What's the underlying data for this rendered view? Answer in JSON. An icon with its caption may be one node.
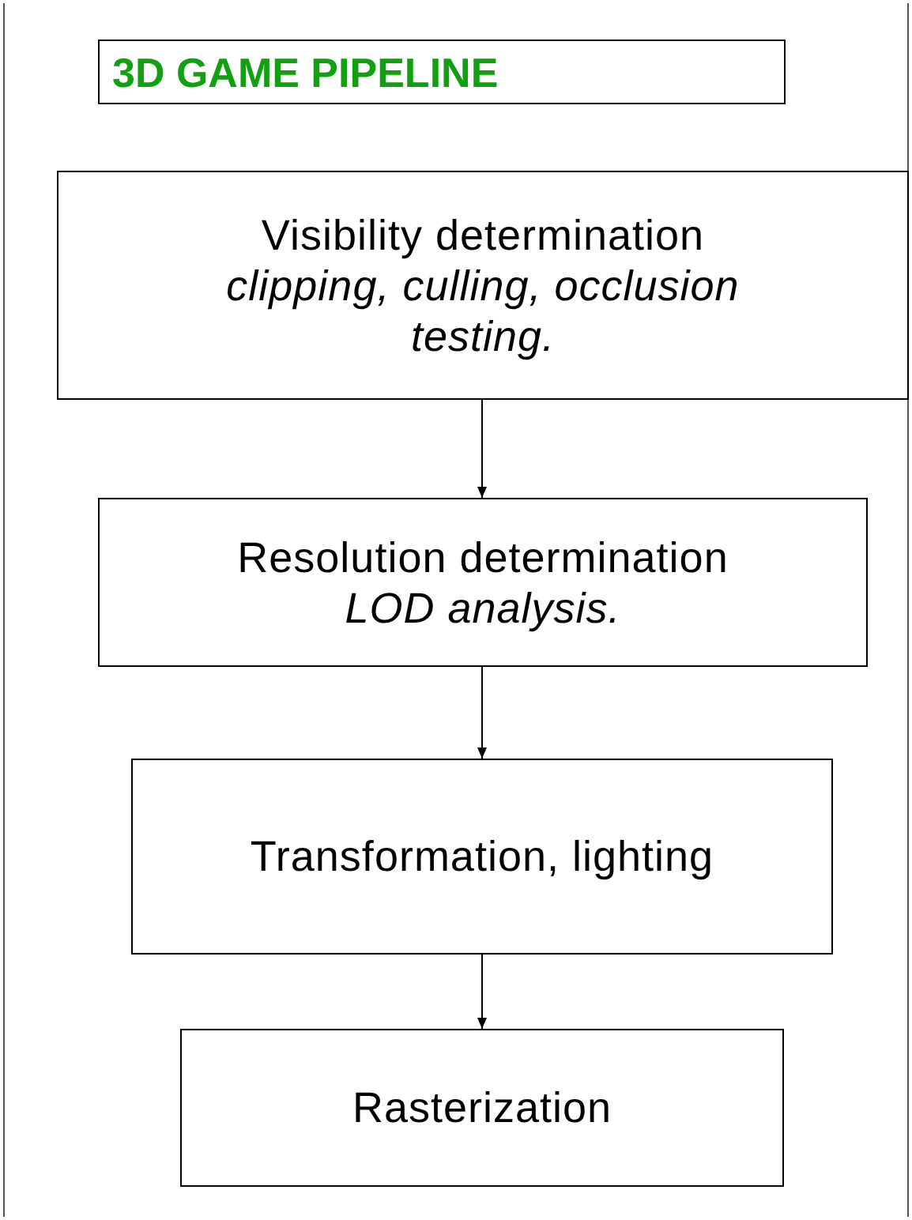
{
  "diagram": {
    "title": "3D GAME PIPELINE",
    "nodes": [
      {
        "text": [
          "Visibility determination",
          "clipping, culling, occlusion testing."
        ]
      },
      {
        "text": [
          "Resolution determination",
          "LOD analysis."
        ]
      },
      {
        "text": [
          "Transformation, lighting"
        ]
      },
      {
        "text": [
          "Rasterization"
        ]
      }
    ],
    "edges": [
      {
        "from": 0,
        "to": 1,
        "arrow": "to"
      },
      {
        "from": 1,
        "to": 2,
        "arrow": "to"
      },
      {
        "from": 2,
        "to": 3,
        "arrow": "to"
      }
    ]
  }
}
